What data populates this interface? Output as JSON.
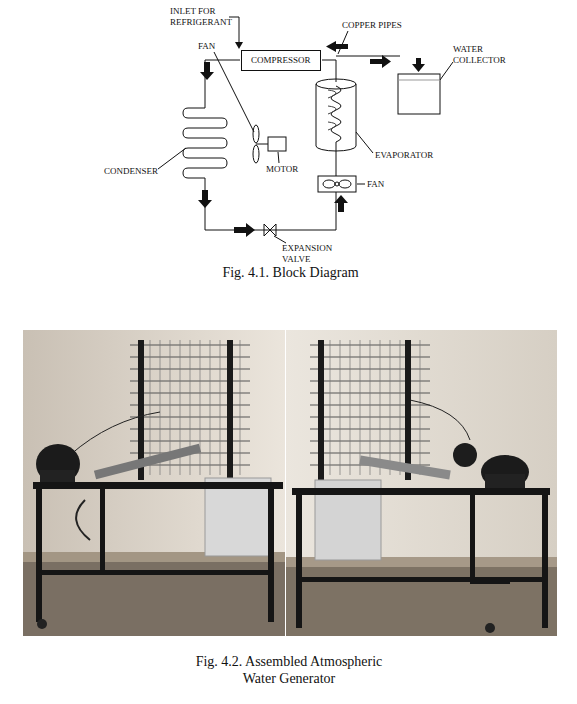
{
  "diagram": {
    "nodes": [
      {
        "text": [
          "COMPRESSOR"
        ]
      }
    ],
    "labels": [
      "INLET FOR REFRIGERANT",
      "COPPER PIPES",
      "FAN",
      "WATER COLLECTOR",
      "CONDENSER",
      "MOTOR",
      "EVAPORATOR",
      "FAN",
      "EXPANSION VALVE",
      "Fig. 4.1. Block Diagram",
      "Fig. 4.2. Assembled Atmospheric Water Generator"
    ]
  }
}
